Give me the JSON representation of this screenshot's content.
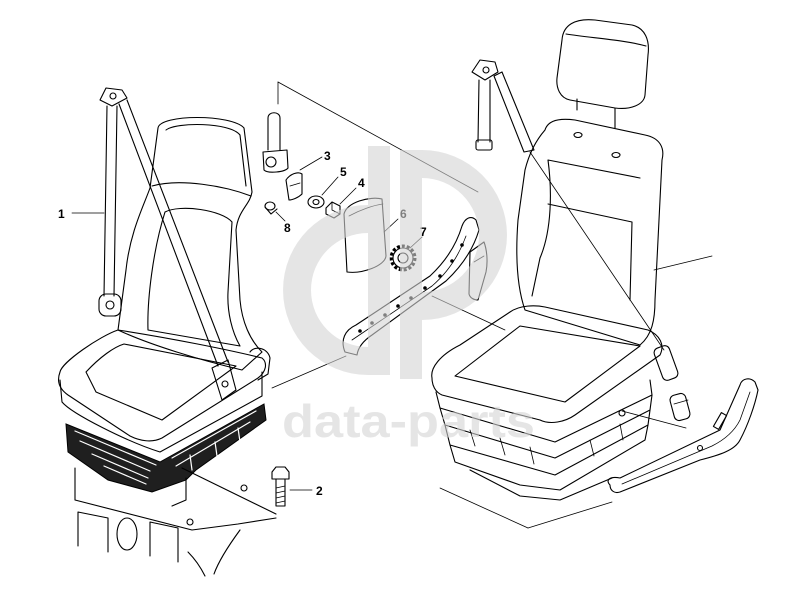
{
  "callouts": [
    "1",
    "2",
    "3",
    "4",
    "5",
    "6",
    "7",
    "8"
  ],
  "watermark": {
    "text": "data-parts"
  },
  "colors": {
    "line": "#000000",
    "watermark": "#d4d4d4",
    "background": "#ffffff"
  }
}
